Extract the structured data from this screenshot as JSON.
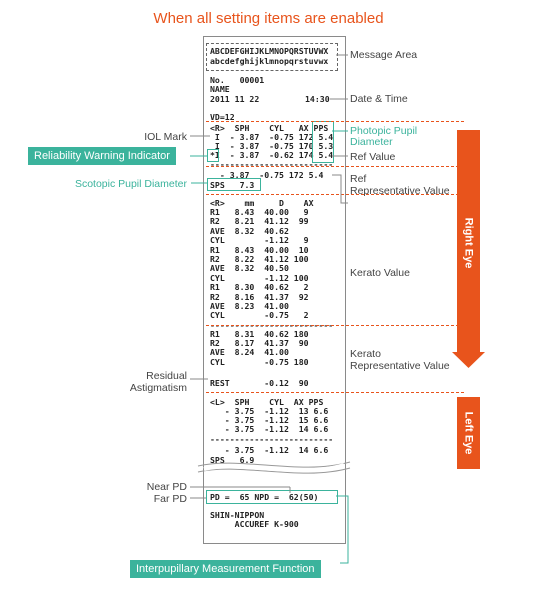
{
  "title": "When all setting items are enabled",
  "labels": {
    "message_area": "Message Area",
    "date_time": "Date & Time",
    "iol_mark": "IOL Mark",
    "photopic_1": "Photopic Pupil",
    "photopic_2": "Diameter",
    "reliability": "Reliability Warning Indicator",
    "ref_value": "Ref Value",
    "ref_rep_1": "Ref",
    "ref_rep_2": "Representative Value",
    "scotopic": "Scotopic Pupil Diameter",
    "kerato_value": "Kerato Value",
    "kerato_rep_1": "Kerato",
    "kerato_rep_2": "Representative Value",
    "residual_1": "Residual",
    "residual_2": "Astigmatism",
    "near_pd": "Near PD",
    "far_pd": "Far PD",
    "interpupillary": "Interpupillary Measurement Function",
    "right_eye": "Right Eye",
    "left_eye": "Left Eye"
  },
  "printout": {
    "msg1": "ABCDEFGHIJKLMNOPQRSTUVWX",
    "msg2": "abcdefghijklmnopqrstuvwx",
    "no": "No.   00001",
    "name": "NAME",
    "date": "2011 11 22",
    "time": "14:30",
    "vd": "VD=12",
    "r_header": "<R>  SPH    CYL   AX PPS",
    "r1": " I  - 3.87  -0.75 172 5.4",
    "r2": " I  - 3.87  -0.75 170 5.3",
    "r3": "*I  - 3.87  -0.62 174 5.4",
    "r_sep": "-------------------------",
    "r_rep": "  - 3.87  -0.75 172 5.4",
    "r_sps": "SPS   7.3",
    "k_header": "<R>    mm     D    AX",
    "k_lines": [
      "R1   8.43  40.00   9",
      "R2   8.21  41.12  99",
      "AVE  8.32  40.62",
      "CYL        -1.12   9",
      "R1   8.43  40.00  10",
      "R2   8.22  41.12 100",
      "AVE  8.32  40.50",
      "CYL        -1.12 100",
      "R1   8.30  40.62   2",
      "R2   8.16  41.37  92",
      "AVE  8.23  41.00",
      "CYL        -0.75   2"
    ],
    "k_sep": "-------------------------",
    "krep_lines": [
      "R1   8.31  40.62 180",
      "R2   8.17  41.37  90",
      "AVE  8.24  41.00",
      "CYL        -0.75 180"
    ],
    "rest": "REST       -0.12  90",
    "l_header": "<L>  SPH    CYL  AX PPS",
    "l_lines": [
      "   - 3.75  -1.12  13 6.6",
      "   - 3.75  -1.12  15 6.6",
      "   - 3.75  -1.12  14 6.6"
    ],
    "l_sep": "-------------------------",
    "l_rep": "   - 3.75  -1.12  14 6.6",
    "l_sps": "SPS   6.9",
    "pd": "PD =  65 NPD =  62(50)",
    "maker1": "SHIN-NIPPON",
    "maker2": "     ACCUREF K-900"
  },
  "colors": {
    "accent": "#e8541c",
    "teal": "#3bb39c"
  }
}
